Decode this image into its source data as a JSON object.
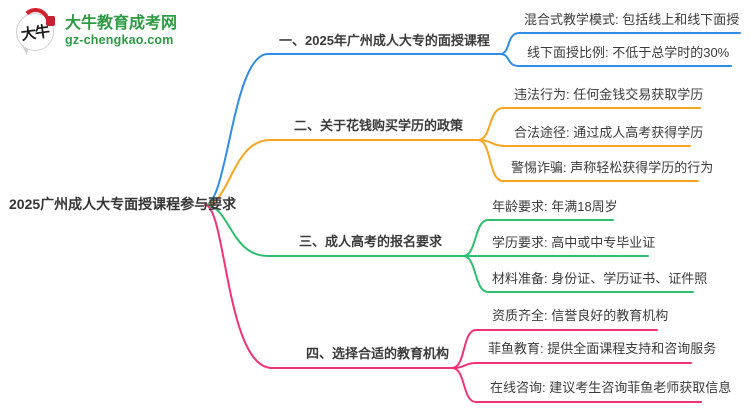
{
  "logo": {
    "badge_text": "大牛",
    "title": "大牛教育成考网",
    "domain": "gz-chengkao.com",
    "colors": {
      "green": "#2e9b44",
      "red": "#c42432",
      "ink": "#1c1c1c"
    }
  },
  "mindmap": {
    "root": "2025广州成人大专面授课程参与要求",
    "text_color": "#3b3b3b",
    "branches": [
      {
        "label": "一、2025年广州成人大专的面授课程",
        "color": "#318ce7",
        "children": [
          "混合式教学模式: 包括线上和线下面授",
          "线下面授比例: 不低于总学时的30%"
        ]
      },
      {
        "label": "二、关于花钱购买学历的政策",
        "color": "#f7a421",
        "children": [
          "违法行为: 任何金钱交易获取学历",
          "合法途径: 通过成人高考获得学历",
          "警惕诈骗: 声称轻松获得学历的行为"
        ]
      },
      {
        "label": "三、成人高考的报名要求",
        "color": "#2dbf6e",
        "children": [
          "年龄要求: 年满18周岁",
          "学历要求: 高中或中专毕业证",
          "材料准备: 身份证、学历证书、证件照"
        ]
      },
      {
        "label": "四、选择合适的教育机构",
        "color": "#f23278",
        "children": [
          "资质齐全: 信誉良好的教育机构",
          "菲鱼教育: 提供全面课程支持和咨询服务",
          "在线咨询: 建议考生咨询菲鱼老师获取信息"
        ]
      }
    ]
  }
}
